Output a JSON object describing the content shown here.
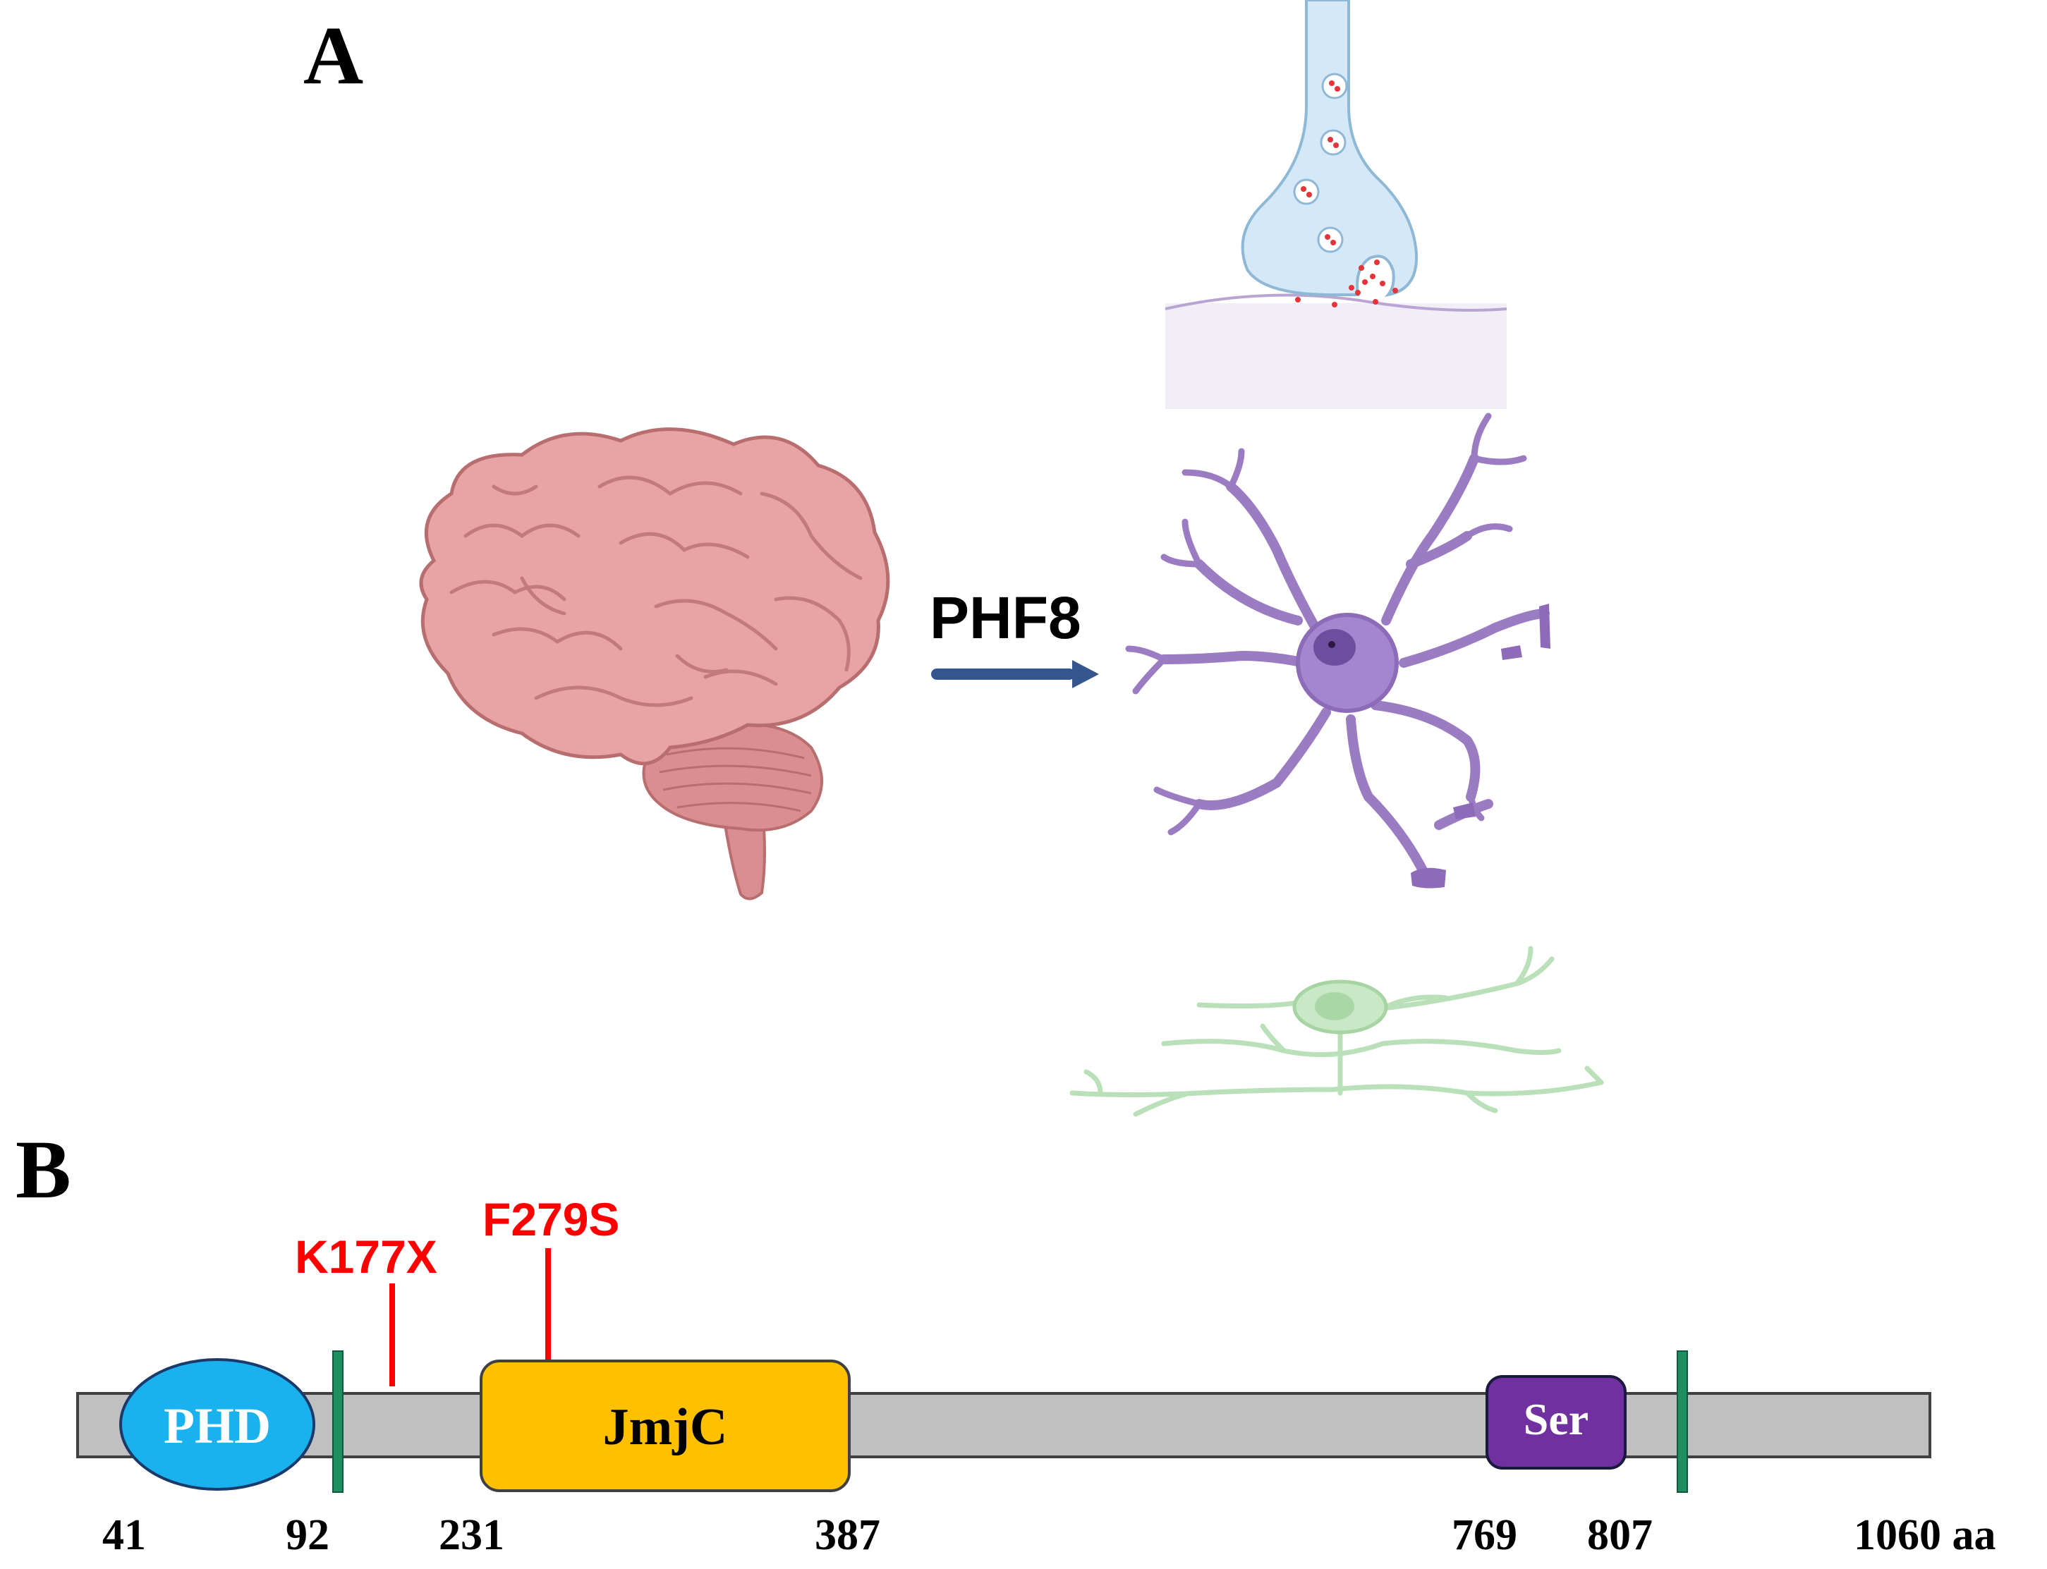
{
  "panels": {
    "a": {
      "label": "A"
    },
    "b": {
      "label": "B"
    }
  },
  "pathway": {
    "arrow_label": "PHF8",
    "from": "brain-icon",
    "to": [
      "synapse-icon",
      "neuron-icon",
      "glial-cell-icon"
    ]
  },
  "protein": {
    "domains": [
      {
        "name": "PHD",
        "start": 41,
        "end": 92
      },
      {
        "name": "JmjC",
        "start": 231,
        "end": 387
      },
      {
        "name": "Ser",
        "start": 769,
        "end": 807
      }
    ],
    "mutations": [
      {
        "label": "K177X"
      },
      {
        "label": "F279S"
      }
    ],
    "position_labels": [
      "41",
      "92",
      "231",
      "387",
      "769",
      "807",
      "1060 aa"
    ]
  },
  "colors": {
    "backbone": "#c0c0c0",
    "phd": "#1ab2ee",
    "jmjc": "#ffc000",
    "ser": "#7030a0",
    "marker": "#1f8f62",
    "mutation": "#ff0000",
    "arrow": "#35558f",
    "brain": "#e8a0a0",
    "neuron": "#9b7cc2",
    "glia": "#b9e0b8",
    "synapse": "#cfe5f7"
  }
}
